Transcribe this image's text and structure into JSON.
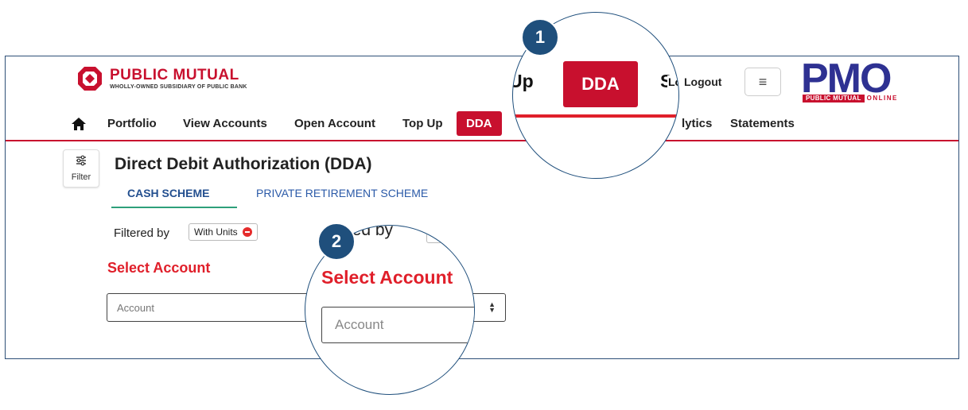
{
  "brand": {
    "name": "PUBLIC MUTUAL",
    "tagline": "WHOLLY-OWNED SUBSIDIARY OF PUBLIC BANK",
    "pmo_letters": "PMO",
    "pmo_tag_a": "PUBLIC MUTUAL",
    "pmo_tag_b": "ONLINE",
    "accent": "#c8102e",
    "pmo_color": "#2e3192"
  },
  "header": {
    "logout_label": "Logout",
    "menu_glyph": "≡"
  },
  "nav": {
    "items": [
      "Portfolio",
      "View Accounts",
      "Open Account",
      "Top Up",
      "DDA",
      "lytics",
      "Statements"
    ],
    "active": "DDA"
  },
  "page": {
    "filter_label": "Filter",
    "title": "Direct Debit Authorization (DDA)",
    "tabs": [
      "CASH SCHEME",
      "PRIVATE RETIREMENT SCHEME"
    ],
    "active_tab": "CASH SCHEME",
    "filtered_by_label": "Filtered by",
    "filter_chip": "With Units",
    "select_heading": "Select Account",
    "account_placeholder": "Account"
  },
  "callouts": {
    "badge1": "1",
    "badge2": "2",
    "mag1": {
      "left_text": "Up",
      "button": "DDA",
      "right_text": "Su",
      "logout": "Logout"
    },
    "mag2": {
      "filtered_text": "ered by",
      "heading": "Select Account",
      "placeholder": "Account"
    }
  }
}
